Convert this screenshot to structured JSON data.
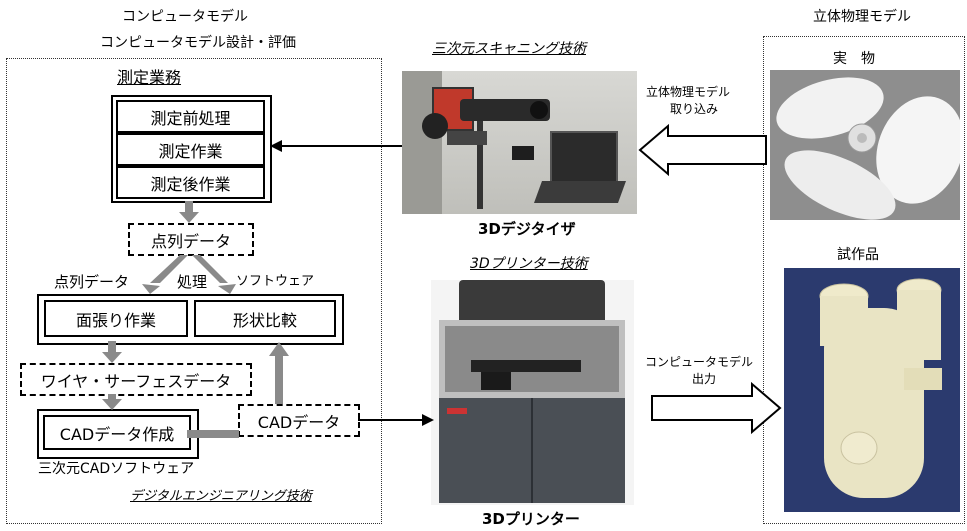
{
  "left": {
    "title1": "コンピュータモデル",
    "title2": "コンピュータモデル設計・評価",
    "measurement_label": "測定業務",
    "pre_process": "測定前処理",
    "measure_work": "測定作業",
    "post_work": "測定後作業",
    "point_data_box": "点列データ",
    "point_data_processing_a": "点列データ",
    "point_data_processing_b": "処理",
    "software_label": "ソフトウェア",
    "surface_work": "面張り作業",
    "shape_compare": "形状比較",
    "wire_surface_data": "ワイヤ・サーフェスデータ",
    "cad_data_create": "CADデータ作成",
    "cad_data": "CADデータ",
    "cad_software": "三次元CADソフトウェア",
    "digital_engineering": "デジタルエンジニアリング技術"
  },
  "center": {
    "scan_title": "三次元スキャニング技術",
    "digitizer_label": "3Dデジタイザ",
    "printer_tech_title": "3Dプリンター技術",
    "printer_label": "3Dプリンター",
    "import_label_1": "立体物理モデル",
    "import_label_2": "取り込み",
    "output_label_1": "コンピュータモデル",
    "output_label_2": "出力"
  },
  "right": {
    "title": "立体物理モデル",
    "real_label": "実　物",
    "prototype_label": "試作品"
  }
}
